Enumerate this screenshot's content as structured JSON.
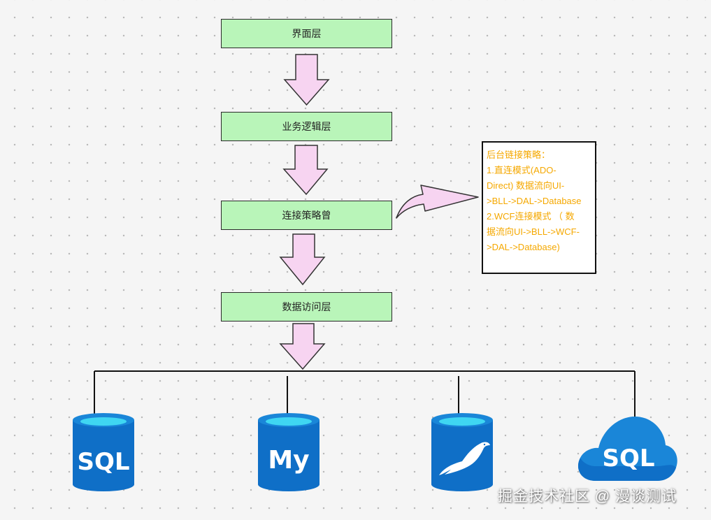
{
  "layers": [
    {
      "label": "界面层"
    },
    {
      "label": "业务逻辑层"
    },
    {
      "label": "连接策略曾"
    },
    {
      "label": "数据访问层"
    }
  ],
  "note": {
    "lines": [
      "后台链接策略：",
      "1.直连模式(ADO-",
      "Direct) 数据流向UI-",
      ">BLL->DAL->Database",
      "2.WCF连接模式 （ 数",
      "据流向UI->BLL->WCF-",
      ">DAL->Database)"
    ]
  },
  "databases": [
    {
      "icon": "sql-server-icon",
      "text": "SQL"
    },
    {
      "icon": "mysql-icon",
      "text": "My"
    },
    {
      "icon": "mariadb-seal-icon",
      "text": ""
    },
    {
      "icon": "azure-sql-cloud-icon",
      "text": "SQL"
    }
  ],
  "watermark": "掘金技术社区 @ 漫谈测试",
  "colors": {
    "layer_fill": "#b9f5b9",
    "arrow_fill": "#f7d4f1",
    "note_text": "#f5a800",
    "db_blue": "#0f6fc7",
    "db_top": "#3fd6f2"
  }
}
